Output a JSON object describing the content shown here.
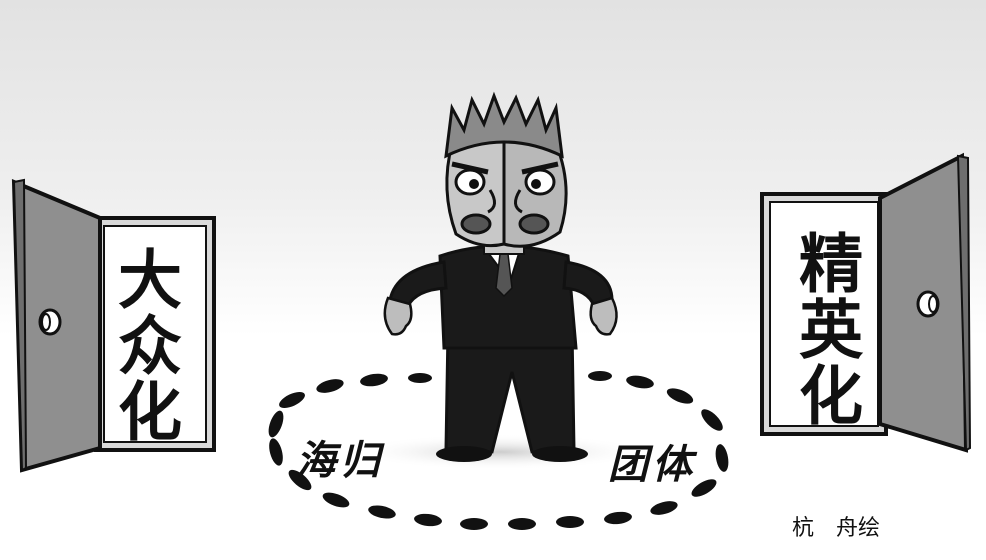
{
  "cartoon": {
    "left_door_text": "大众化",
    "right_door_text": "精英化",
    "left_footprint_label": "海归",
    "right_footprint_label": "团体",
    "credit": "杭　舟绘"
  },
  "colors": {
    "background_top": "#e6e6e6",
    "door_gray": "#8f8f8f",
    "ink": "#111111",
    "suit": "#1a1a1a"
  }
}
